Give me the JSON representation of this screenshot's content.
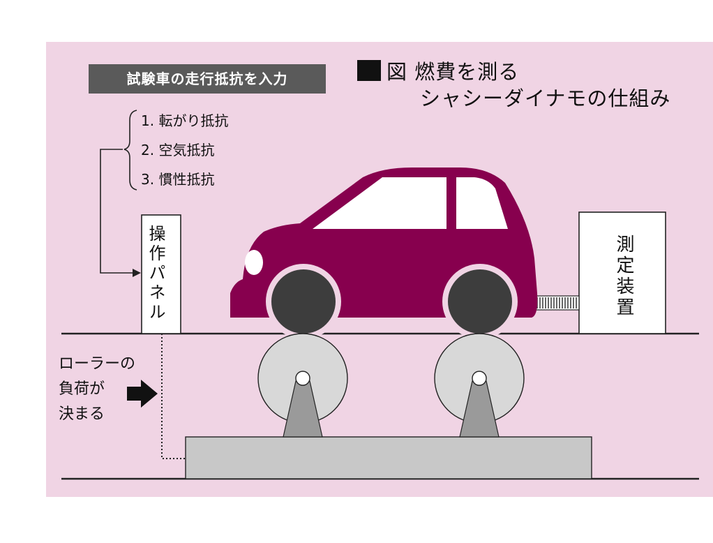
{
  "title": {
    "line1": "図 燃費を測る",
    "line2": "シャシーダイナモの仕組み"
  },
  "input_badge": "試験車の走行抵抗を入力",
  "resistances": [
    "1. 転がり抵抗",
    "2. 空気抵抗",
    "3. 慣性抵抗"
  ],
  "control_panel": "操作パネル",
  "measuring_device": "測定装置",
  "roller_load": [
    "ローラーの",
    "負荷が",
    "決まる"
  ],
  "colors": {
    "background": "#f0d4e4",
    "car": "#87004e",
    "badge": "#5a5a5a",
    "wheel": "#3d3d3d",
    "roller": "#d8d8d8",
    "base": "#c8c8c8",
    "support": "#9a9a9a"
  },
  "icons": [
    "filled-square-icon",
    "arrow-right-icon",
    "brace-icon"
  ]
}
